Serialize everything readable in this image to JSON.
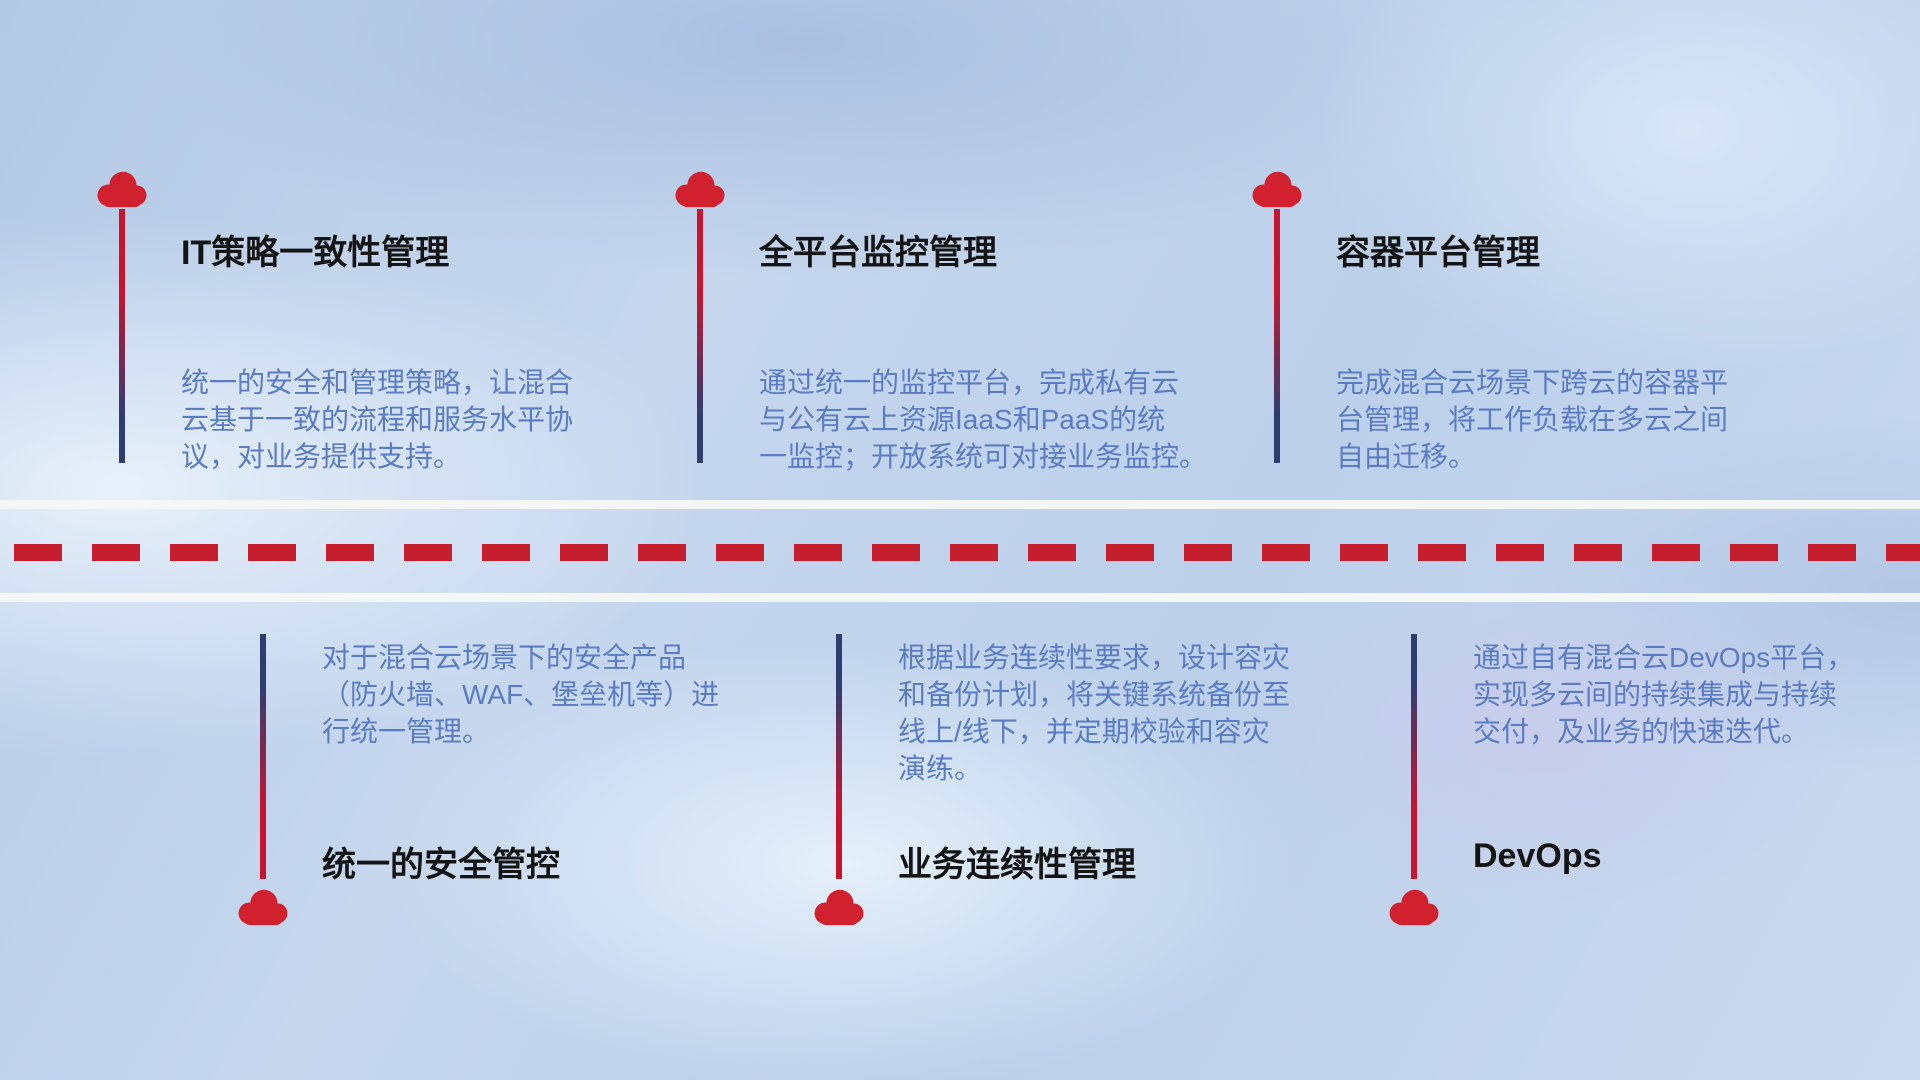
{
  "canvas": {
    "type": "hybrid-cloud-capabilities-infographic"
  },
  "top_row": {
    "items": [
      {
        "title": "IT策略一致性管理",
        "description": "统一的安全和管理策略，让混合\n云基于一致的流程和服务水平协\n议，对业务提供支持。"
      },
      {
        "title": "全平台监控管理",
        "description": "通过统一的监控平台，完成私有云\n与公有云上资源IaaS和PaaS的统\n一监控；开放系统可对接业务监控。"
      },
      {
        "title": "容器平台管理",
        "description": "完成混合云场景下跨云的容器平\n台管理，将工作负载在多云之间\n自由迁移。"
      }
    ]
  },
  "bottom_row": {
    "items": [
      {
        "title": "统一的安全管控",
        "description": "对于混合云场景下的安全产品\n（防火墙、WAF、堡垒机等）进\n行统一管理。"
      },
      {
        "title": "业务连续性管理",
        "description": "根据业务连续性要求，设计容灾\n和备份计划，将关键系统备份至\n线上/线下，并定期校验和容灾\n演练。"
      },
      {
        "title": "DevOps",
        "description": "通过自有混合云DevOps平台，\n实现多云间的持续集成与持续\n交付，及业务的快速迭代。"
      }
    ]
  },
  "icons": {
    "cloud-icon": "☁"
  },
  "colors": {
    "cloud-red": "#d1202e",
    "dash-red": "#c41e2f",
    "pole-red": "#c9142f",
    "pole-navy": "#2e3e6f",
    "title-text": "#141414",
    "body-text": "#5a7cc2",
    "road-white": "#f7f7f5"
  }
}
